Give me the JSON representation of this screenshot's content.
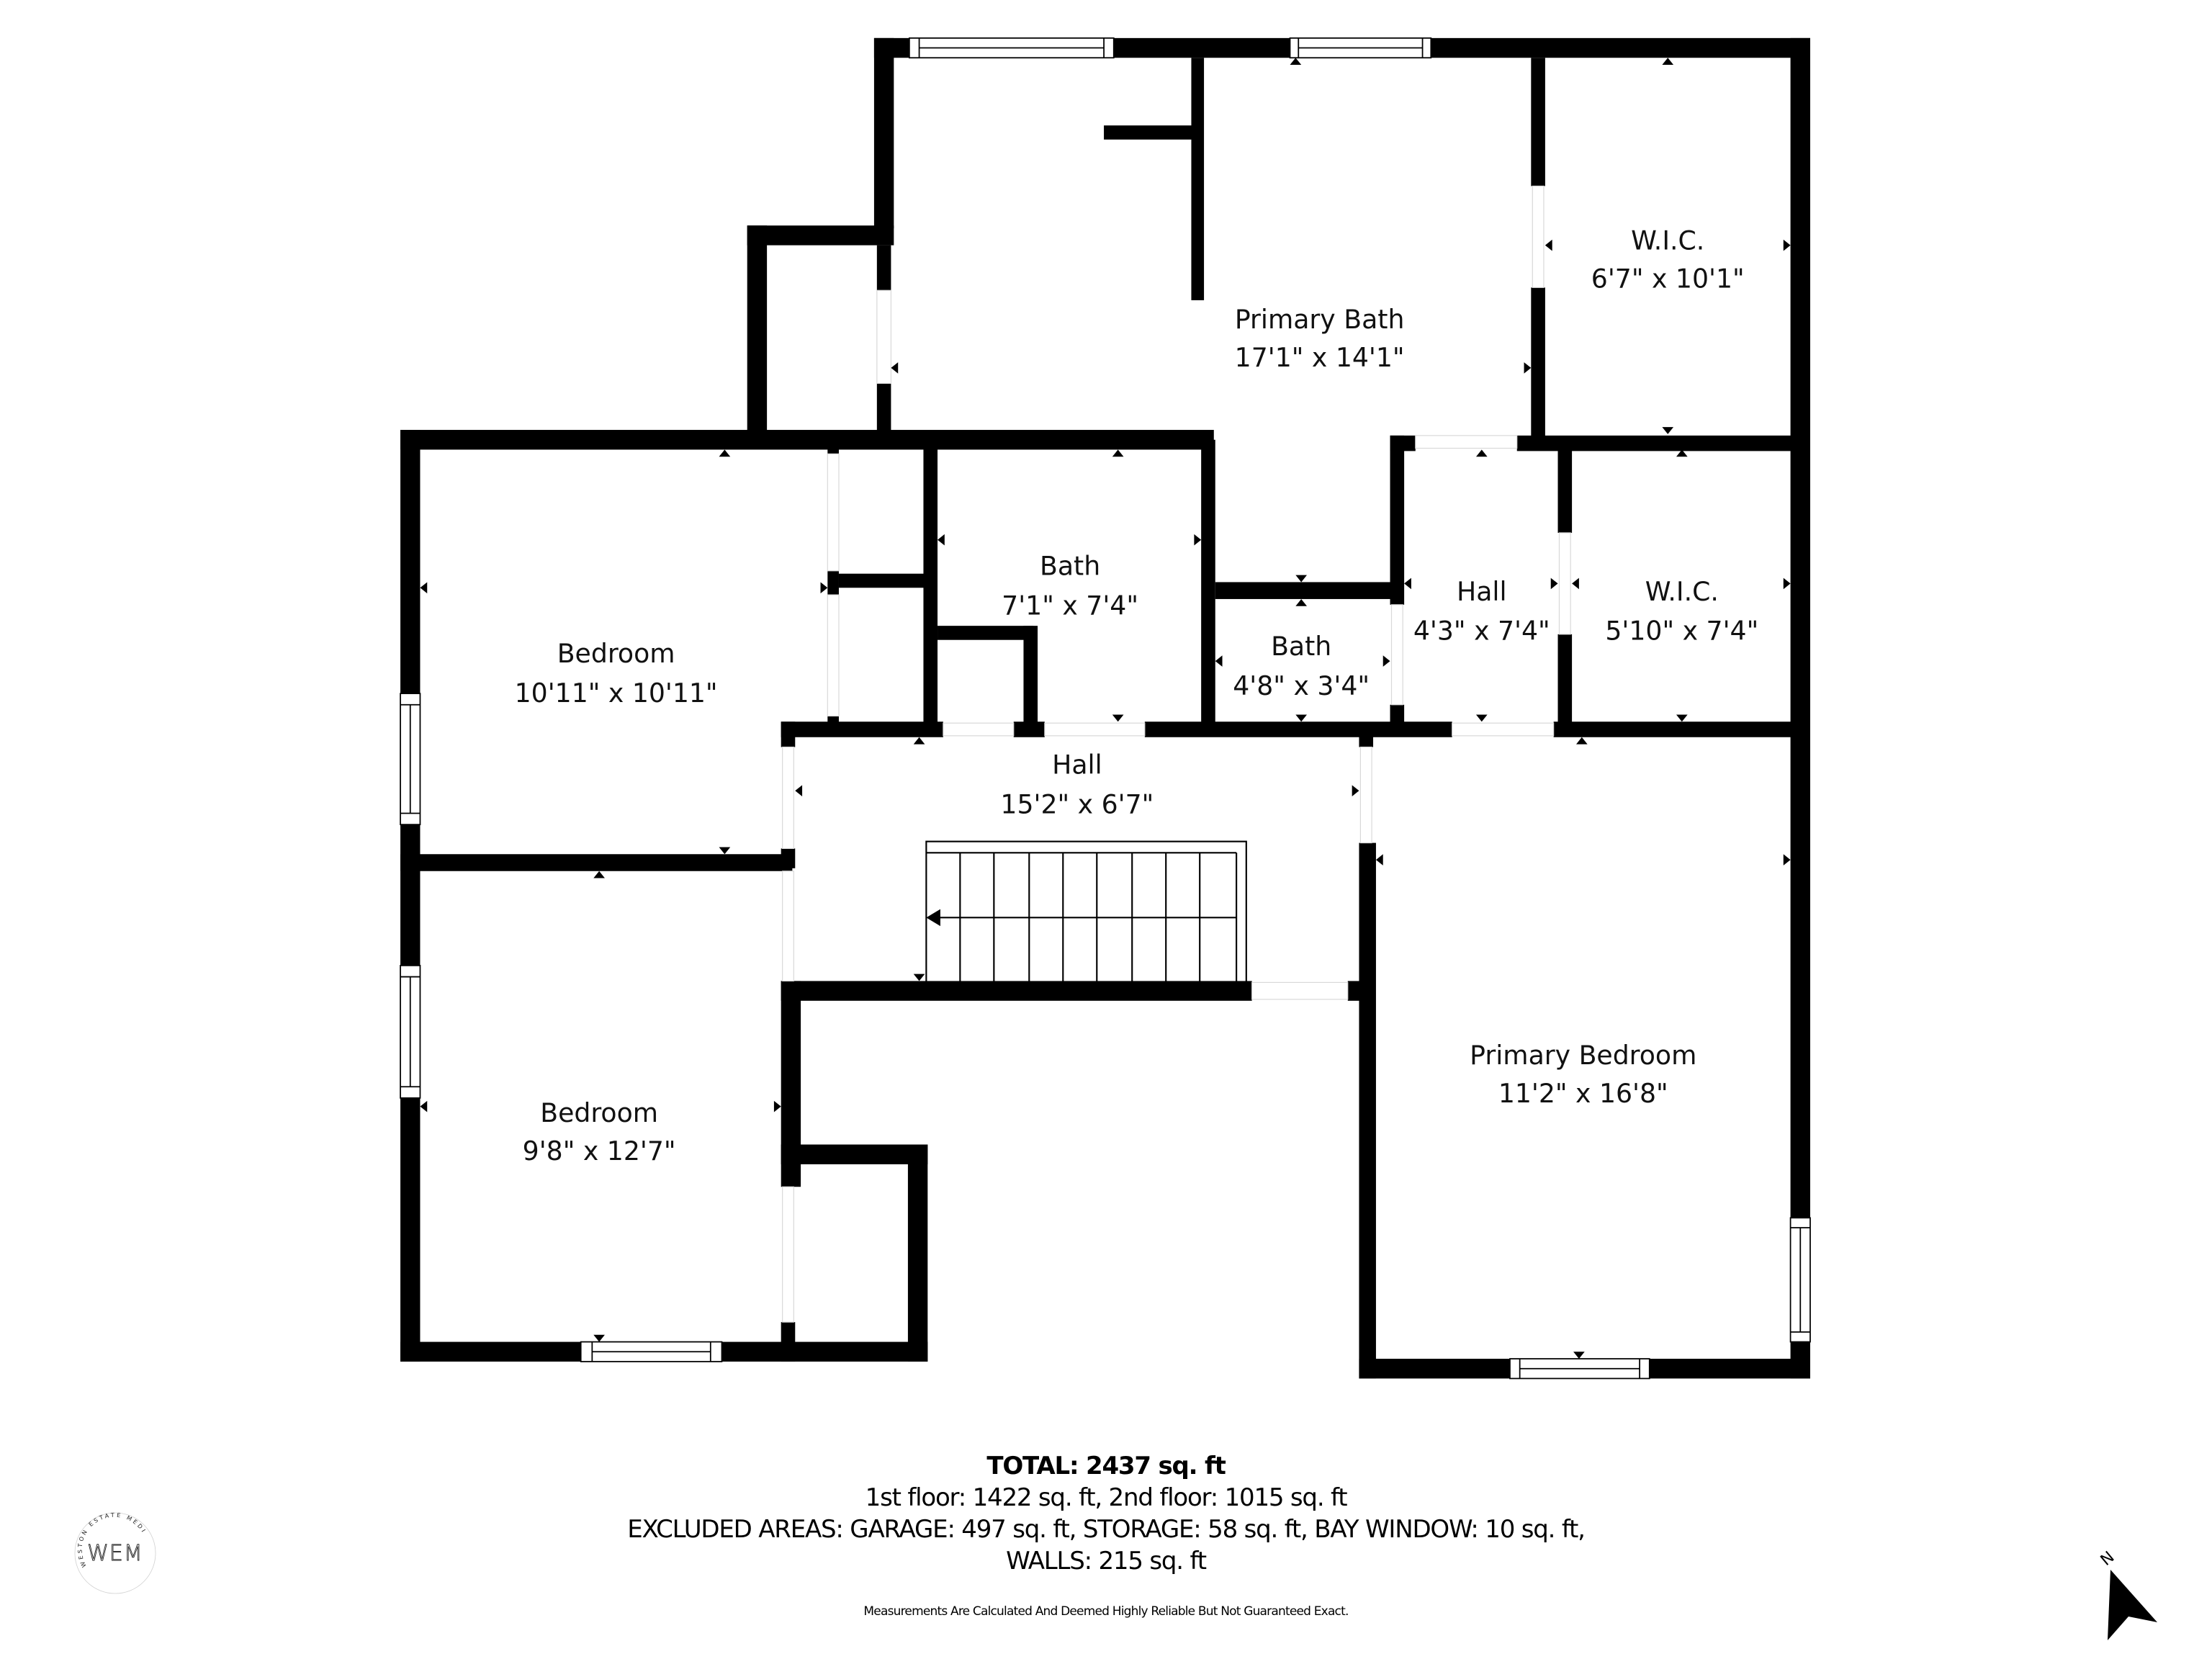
{
  "floorplan": {
    "rooms": [
      {
        "name": "Primary Bath",
        "dims": "17'1\" x 14'1\""
      },
      {
        "name": "W.I.C.",
        "dims": "6'7\" x 10'1\""
      },
      {
        "name": "Bedroom",
        "dims": "10'11\" x 10'11\""
      },
      {
        "name": "Bath",
        "dims": "7'1\" x 7'4\""
      },
      {
        "name": "Bath",
        "dims": "4'8\" x 3'4\""
      },
      {
        "name": "Hall",
        "dims": "4'3\" x 7'4\""
      },
      {
        "name": "W.I.C.",
        "dims": "5'10\" x 7'4\""
      },
      {
        "name": "Hall",
        "dims": "15'2\" x 6'7\""
      },
      {
        "name": "Bedroom",
        "dims": "9'8\" x 12'7\""
      },
      {
        "name": "Primary Bedroom",
        "dims": "11'2\" x 16'8\""
      }
    ],
    "stairs": {
      "treads": 9,
      "direction": "left"
    }
  },
  "summary": {
    "total": "TOTAL: 2437 sq. ft",
    "floors": "1st floor: 1422 sq. ft, 2nd floor: 1015 sq. ft",
    "excluded": "EXCLUDED AREAS: GARAGE: 497 sq. ft, STORAGE: 58 sq. ft, BAY WINDOW: 10 sq. ft,",
    "walls": "WALLS: 215 sq. ft",
    "disclaimer": "Measurements Are Calculated And Deemed Highly Reliable But Not Guaranteed Exact."
  },
  "logo": {
    "monogram": "WEM",
    "ring_text": "WESTON ESTATE MEDIA"
  },
  "compass": {
    "label": "N",
    "icon": "north-arrow-icon"
  },
  "colors": {
    "wall": "#000000",
    "background": "#ffffff",
    "door_opening": "#ffffff"
  }
}
